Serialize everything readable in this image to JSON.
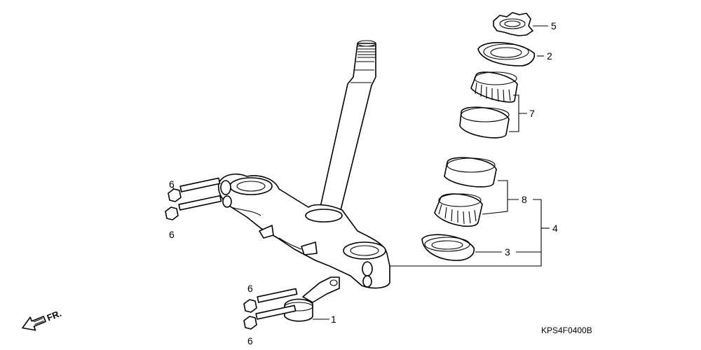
{
  "callouts": {
    "c1": "1",
    "c2": "2",
    "c3": "3",
    "c4": "4",
    "c5": "5",
    "c6a": "6",
    "c6b": "6",
    "c6c": "6",
    "c6d": "6",
    "c7": "7",
    "c8": "8"
  },
  "direction_label": "FR.",
  "diagram_code": "KPS4F0400B"
}
